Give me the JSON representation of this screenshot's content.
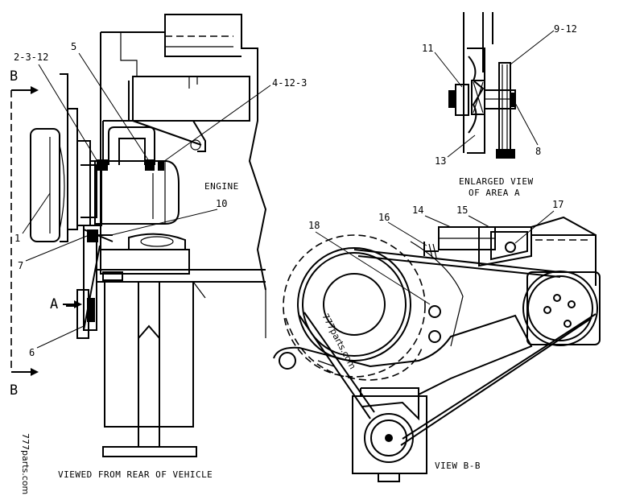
{
  "left_view": {
    "section_top": "B",
    "section_bottom": "B",
    "view_arrow": "A",
    "engine_label": "ENGINE",
    "caption": "VIEWED FROM REAR OF VEHICLE",
    "callouts": {
      "c1": "1",
      "c2_3_12": "2-3-12",
      "c5": "5",
      "c4_12_3": "4-12-3",
      "c10": "10",
      "c7": "7",
      "c6": "6"
    }
  },
  "enlarged_view": {
    "caption_line1": "ENLARGED VIEW",
    "caption_line2": "OF AREA A",
    "callouts": {
      "c11": "11",
      "c9_12": "9-12",
      "c13": "13",
      "c8": "8"
    }
  },
  "section_view": {
    "caption": "VIEW B-B",
    "callouts": {
      "c18": "18",
      "c16": "16",
      "c14": "14",
      "c15": "15",
      "c17": "17"
    }
  },
  "watermarks": {
    "center": "777parts.com",
    "left": "777parts.com"
  }
}
